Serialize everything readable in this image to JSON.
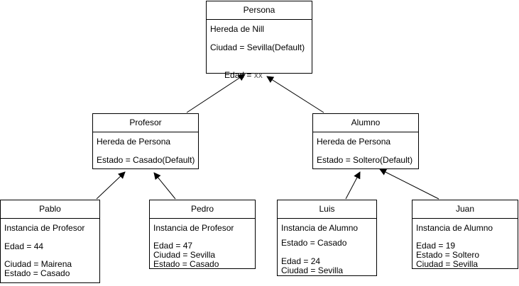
{
  "diagram": {
    "classes": {
      "persona": {
        "title": "Persona",
        "attrs": [
          "Hereda de Nill",
          "Ciudad = Sevilla(Default)",
          "Edad = "
        ],
        "edad_value": "xx"
      },
      "profesor": {
        "title": "Profesor",
        "attrs": [
          "Hereda de Persona",
          "Estado = Casado(Default)"
        ]
      },
      "alumno": {
        "title": "Alumno",
        "attrs": [
          "Hereda de Persona",
          "Estado = Soltero(Default)"
        ]
      },
      "pablo": {
        "title": "Pablo",
        "attrs": [
          "Instancia de Profesor",
          "Edad = 44",
          "Ciudad = Mairena",
          "Estado = Casado"
        ]
      },
      "pedro": {
        "title": "Pedro",
        "attrs": [
          "Instancia de Profesor",
          "Edad = 47",
          "Ciudad = Sevilla",
          "Estado = Casado"
        ]
      },
      "luis": {
        "title": "Luis",
        "attrs": [
          "Instancia de Alumno",
          "Estado = Casado",
          "Edad = 24",
          "Ciudad = Sevilla"
        ]
      },
      "juan": {
        "title": "Juan",
        "attrs": [
          "Instancia de Alumno",
          "Edad = 19",
          "Estado = Soltero",
          "Ciudad = Sevilla"
        ]
      }
    },
    "edges": [
      {
        "from": "profesor",
        "to": "persona"
      },
      {
        "from": "alumno",
        "to": "persona"
      },
      {
        "from": "pablo",
        "to": "profesor"
      },
      {
        "from": "pedro",
        "to": "profesor"
      },
      {
        "from": "luis",
        "to": "alumno"
      },
      {
        "from": "juan",
        "to": "alumno"
      }
    ],
    "colors": {
      "stroke": "#000000",
      "fill": "#ffffff",
      "muted_value": "#555555"
    }
  }
}
